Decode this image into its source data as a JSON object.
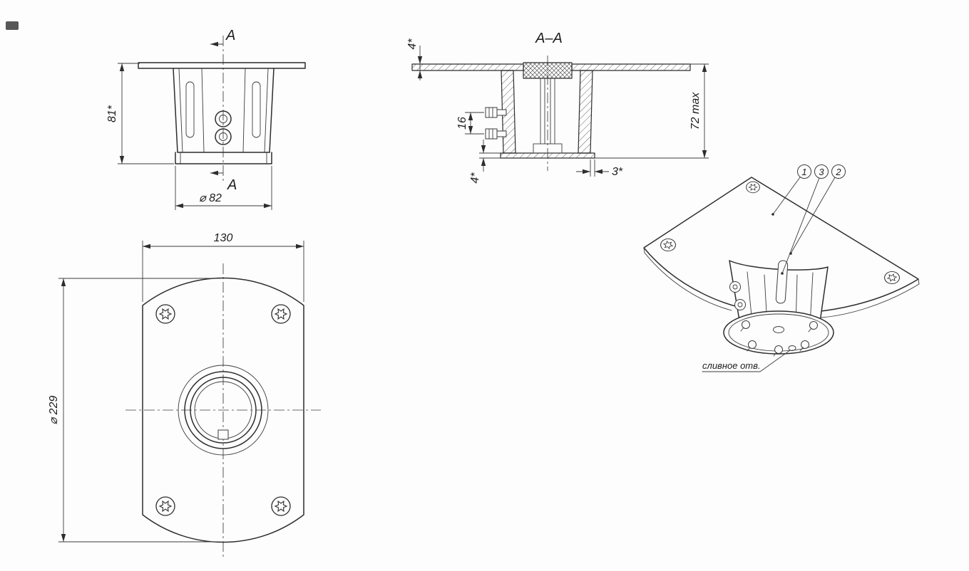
{
  "front_view": {
    "section_label_top": "A",
    "section_label_bottom": "A",
    "dim_height": "81*",
    "dim_base_diameter": "⌀ 82"
  },
  "section_view": {
    "title": "A–A",
    "dim_flange_thickness": "4*",
    "dim_bolt_spacing": "16",
    "dim_base_thickness": "4*",
    "dim_edge_offset": "3*",
    "dim_overall_height": "72 max"
  },
  "bottom_view": {
    "dim_flat_width": "130",
    "dim_outer_diameter": "⌀ 229"
  },
  "iso_view": {
    "callouts": [
      {
        "label": "1"
      },
      {
        "label": "3"
      },
      {
        "label": "2"
      }
    ],
    "drain_hole_label": "сливное отв."
  }
}
